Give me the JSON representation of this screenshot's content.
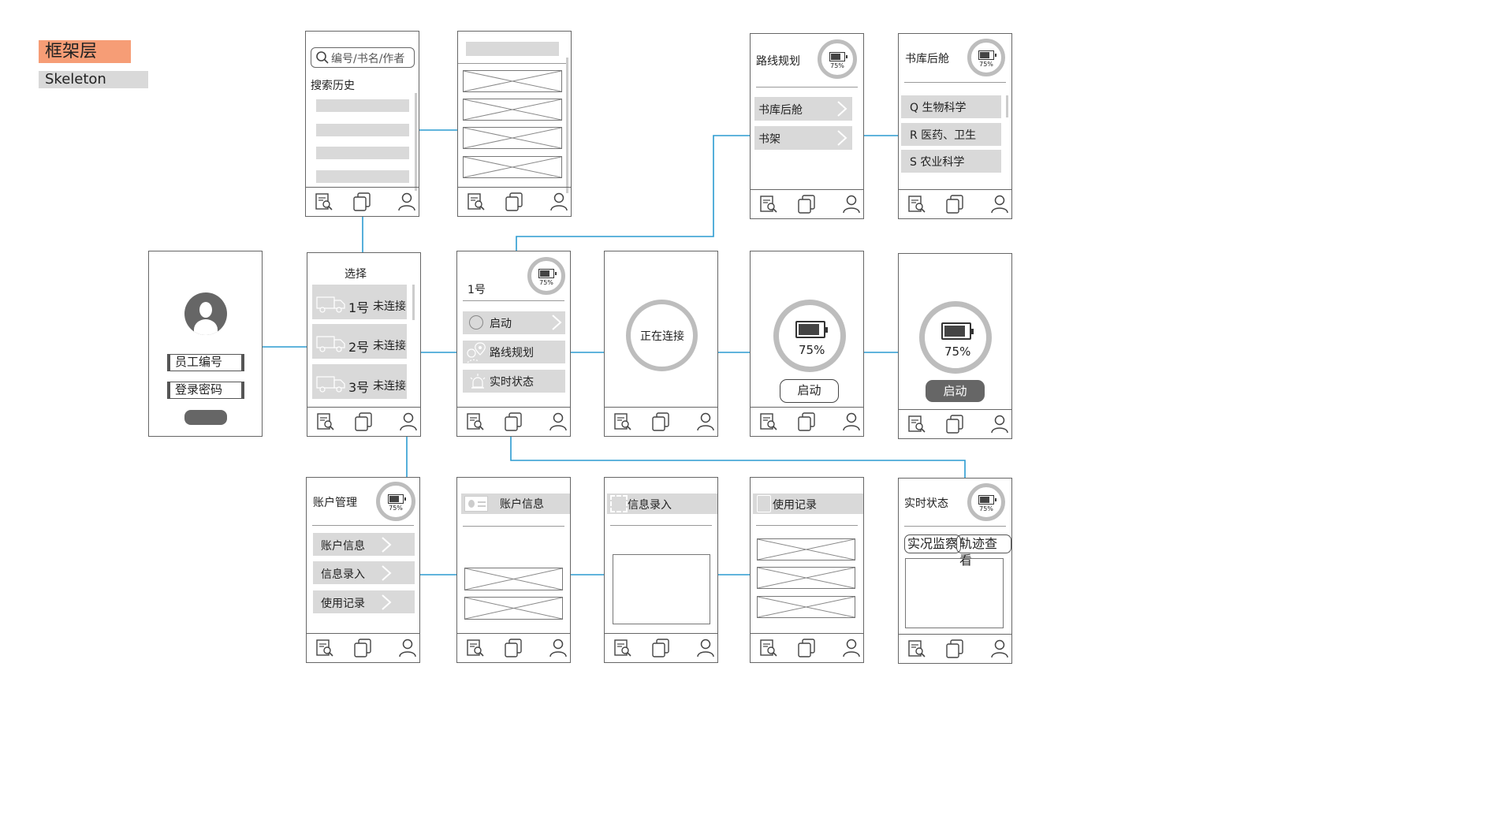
{
  "legend": {
    "title_cn": "框架层",
    "title_en": "Skeleton"
  },
  "colors": {
    "accent": "#F69D76",
    "connector": "#2B9BD1",
    "wire_gray": "#D9D9D9",
    "dark_btn": "#666666",
    "ring_gray": "#BDBDBD"
  },
  "icons": {
    "tab_books": "book-search-icon",
    "tab_cards": "cards-icon",
    "tab_user": "user-icon",
    "search": "search-icon",
    "chevron": "chevron-right-icon",
    "battery": "battery-icon"
  },
  "search_screen": {
    "placeholder": "编号/书名/作者",
    "history_label": "搜索历史"
  },
  "route_screen": {
    "title": "路线规划",
    "items": [
      "书库后舱",
      "书架"
    ]
  },
  "category_screen": {
    "title": "书库后舱",
    "items": [
      "Q 生物科学",
      "R 医药、卫生",
      "S 农业科学"
    ]
  },
  "login_screen": {
    "employee_id": "员工编号",
    "password": "登录密码"
  },
  "select_screen": {
    "title": "选择",
    "robots": [
      {
        "num": "1号",
        "status": "未连接"
      },
      {
        "num": "2号",
        "status": "未连接"
      },
      {
        "num": "3号",
        "status": "未连接"
      }
    ]
  },
  "robot_screen": {
    "title": "1号",
    "menu": [
      "启动",
      "路线规划",
      "实时状态"
    ]
  },
  "battery_badge": {
    "percent": "75%",
    "level": 0.75
  },
  "connecting_screen": {
    "text": "正在连接"
  },
  "ready_screen": {
    "percent": "75%",
    "start": "启动"
  },
  "active_screen": {
    "percent": "75%",
    "start": "启动"
  },
  "account_screen": {
    "title": "账户管理",
    "items": [
      "账户信息",
      "信息录入",
      "使用记录"
    ]
  },
  "account_info_screen": {
    "title": "账户信息"
  },
  "info_entry_screen": {
    "title": "信息录入"
  },
  "usage_screen": {
    "title": "使用记录"
  },
  "status_screen": {
    "title": "实时状态",
    "buttons": [
      "实况监察",
      "轨迹查看"
    ]
  }
}
